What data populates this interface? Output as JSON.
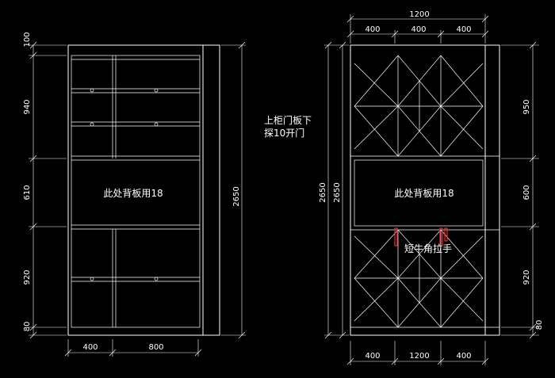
{
  "left_cabinet": {
    "panel_label": "此处背板用18",
    "dims_vertical": [
      "100",
      "940",
      "610",
      "920",
      "80"
    ],
    "dim_total_height": "2650",
    "dims_bottom": [
      "400",
      "800"
    ]
  },
  "center_note": {
    "line1": "上柜门板下",
    "line2": "探10开门"
  },
  "right_cabinet": {
    "panel_label": "此处背板用18",
    "handle_label": "短牛角拉手",
    "dim_top_total": "1200",
    "dims_top": [
      "400",
      "400",
      "400"
    ],
    "dims_left_heights": [
      "2650",
      "2650"
    ],
    "dims_vertical": [
      "950",
      "600",
      "920",
      "80"
    ],
    "dims_bottom": [
      "400",
      "1200",
      "400"
    ]
  }
}
